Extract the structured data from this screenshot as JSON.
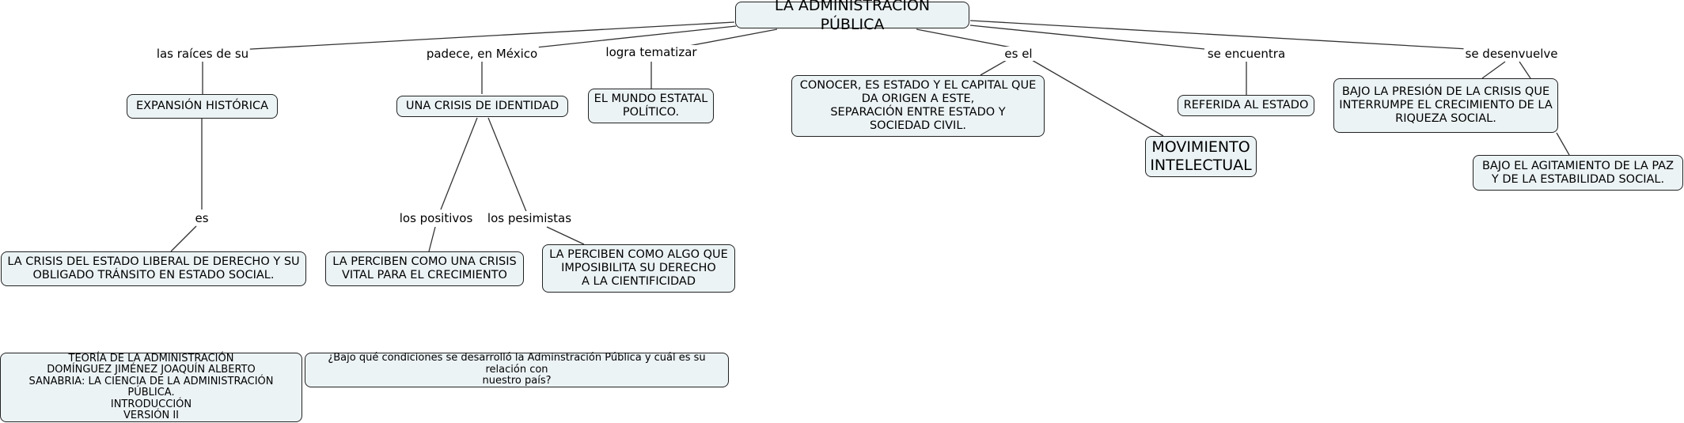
{
  "title": "LA ADMINISTRACIÓN PÚBLICA",
  "link_labels": {
    "raices": "las raíces de su",
    "padece": "padece, en México",
    "logra": "logra tematizar",
    "es_el": "es el",
    "se_encuentra": "se encuentra",
    "se_desenvuelve": "se desenvuelve",
    "es": "es",
    "positivos": "los positivos",
    "pesimistas": "los pesimistas"
  },
  "concepts": {
    "expansion": "EXPANSIÓN HISTÓRICA",
    "crisis_identidad": "UNA CRISIS DE IDENTIDAD",
    "mundo_estatal": "EL MUNDO ESTATAL\nPOLÍTICO.",
    "conocer": "CONOCER, ES ESTADO Y EL CAPITAL QUE\nDA ORIGEN A ESTE,\nSEPARACIÓN ENTRE ESTADO Y\nSOCIEDAD CIVIL.",
    "movimiento": "MOVIMIENTO\nINTELECTUAL",
    "referida": "REFERIDA AL ESTADO",
    "presion": "BAJO LA PRESIÓN DE LA CRISIS QUE\nINTERRUMPE EL CRECIMIENTO DE LA\nRIQUEZA SOCIAL.",
    "agitamiento": "BAJO EL AGITAMIENTO DE LA PAZ\nY DE LA ESTABILIDAD SOCIAL.",
    "crisis_estado": "LA CRISIS DEL ESTADO LIBERAL DE DERECHO Y SU\nOBLIGADO TRÁNSITO EN ESTADO SOCIAL.",
    "perciben_crisis": "LA PERCIBEN COMO UNA CRISIS\nVITAL PARA EL CRECIMIENTO",
    "perciben_algo": "LA PERCIBEN COMO ALGO QUE\nIMPOSIBILITA SU DERECHO\nA LA CIENTIFICIDAD"
  },
  "notes": {
    "reference": "TEORÍA DE LA ADMINISTRACIÓN\nDOMÍNGUEZ JIMÉNEZ JOAQUÍN ALBERTO\nSANABRIA: LA CIENCIA DE LA ADMINISTRACIÓN PÚBLICA.\nINTRODUCCIÓN\nVERSIÓN II",
    "question": "¿Bajo qué condiciones se desarrolló la Adminstración Pública y cuál es su relación con\nnuestro país?"
  }
}
